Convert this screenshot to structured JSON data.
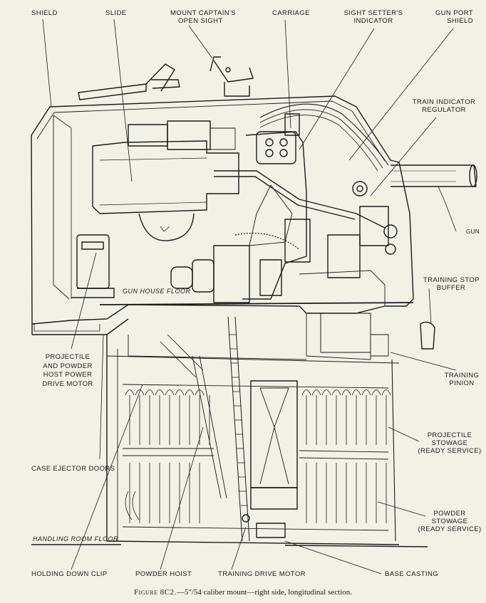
{
  "labels": {
    "shield": "SHIELD",
    "slide": "SLIDE",
    "mount_captain_line1": "MOUNT  CAPTAIN'S",
    "mount_captain_line2": "OPEN  SIGHT",
    "carriage": "CARRIAGE",
    "sight_setter_line1": "SIGHT SETTER'S",
    "sight_setter_line2": "INDICATOR",
    "gun_port_line1": "GUN  PORT",
    "gun_port_line2": "SHIELD",
    "train_indicator_line1": "TRAIN  INDICATOR",
    "train_indicator_line2": "REGULATOR",
    "gun": "GUN",
    "training_stop_line1": "TRAINING  STOP",
    "training_stop_line2": "BUFFER",
    "gun_house_floor": "GUN HOUSE FLOOR",
    "projectile_motor_line1": "PROJECTILE",
    "projectile_motor_line2": "AND  POWDER",
    "projectile_motor_line3": "HOST  POWER",
    "projectile_motor_line4": "DRIVE  MOTOR",
    "training_pinion_line1": "TRAINING",
    "training_pinion_line2": "PINION",
    "projectile_stowage_line1": "PROJECTILE",
    "projectile_stowage_line2": "STOWAGE",
    "projectile_stowage_line3": "(READY SERVICE)",
    "case_ejector": "CASE  EJECTOR  DOORS",
    "powder_stowage_line1": "POWDER",
    "powder_stowage_line2": "STOWAGE",
    "powder_stowage_line3": "(READY  SERVICE)",
    "handling_room_floor": "HANDLING ROOM FLOOR",
    "holding_down_clip": "HOLDING  DOWN  CLIP",
    "powder_hoist": "POWDER  HOIST",
    "training_drive_motor": "TRAINING  DRIVE  MOTOR",
    "base_casting": "BASE  CASTING"
  },
  "caption": {
    "figure": "Figure 8C2.",
    "text": "—5\"/54 caliber mount—right side, longitudinal section."
  }
}
